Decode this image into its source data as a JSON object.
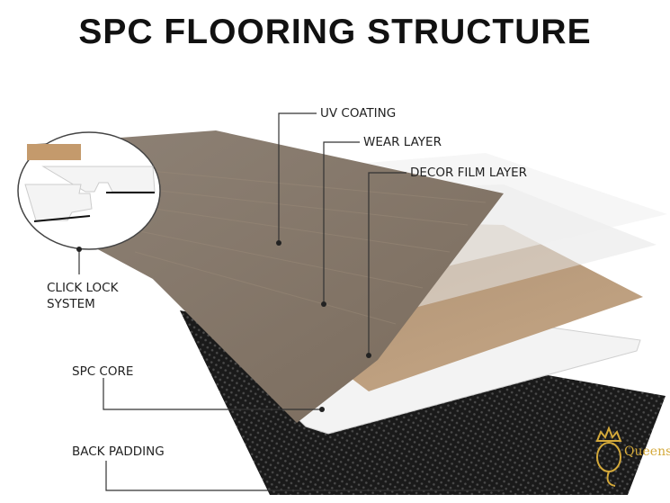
{
  "title": "SPC FLOORING STRUCTURE",
  "labels": {
    "uv_coating": "UV COATING",
    "wear_layer": "WEAR LAYER",
    "decor_film_layer": "DECOR FILM LAYER",
    "click_lock_line1": "CLICK LOCK",
    "click_lock_line2": "SYSTEM",
    "spc_core": "SPC CORE",
    "back_padding": "BACK PADDING"
  },
  "logo": {
    "text": "Queensl"
  },
  "colors": {
    "wood_dark": "#8a7a6a",
    "wood_light": "#b89a78",
    "core": "#f2f2f2",
    "padding": "#1c1c1c",
    "logo": "#d4a93a"
  }
}
